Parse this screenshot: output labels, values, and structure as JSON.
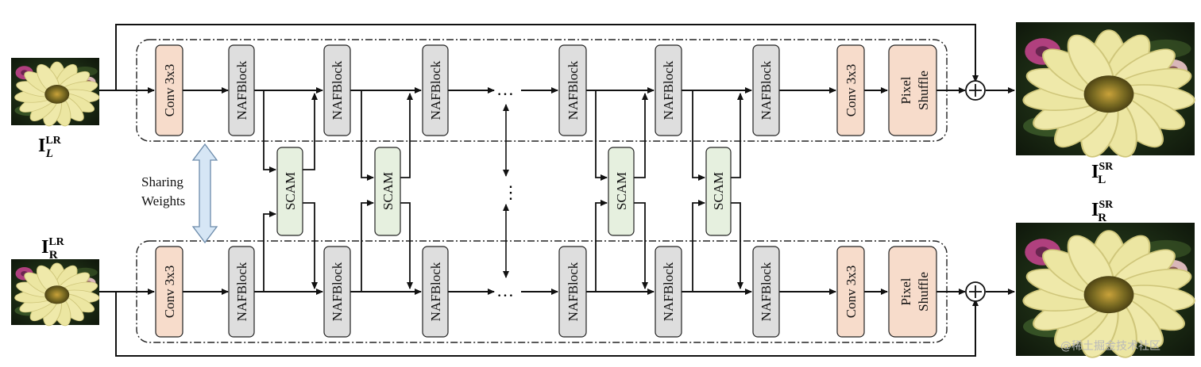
{
  "diagram": {
    "inputs": {
      "left": {
        "main": "I",
        "sub": "L",
        "sup": "LR"
      },
      "right": {
        "main": "I",
        "sub": "R",
        "sup": "LR"
      }
    },
    "outputs": {
      "left": {
        "main": "I",
        "sub": "L",
        "sup": "SR"
      },
      "right": {
        "main": "I",
        "sub": "R",
        "sup": "SR"
      }
    },
    "blocks": {
      "conv": "Conv 3x3",
      "naf": "NAFBlock",
      "scam": "SCAM",
      "pixel_line1": "Pixel",
      "pixel_line2": "Shuffle",
      "ellipsis": "…",
      "vdots": "⋮"
    },
    "sharing": {
      "line1": "Sharing",
      "line2": "Weights"
    },
    "watermark": "@稀土掘金技术社区",
    "colors": {
      "conv_fill": "#f7dccb",
      "naf_fill": "#dedede",
      "scam_fill": "#e6f0df",
      "arrow_fill": "#d6e6f5",
      "petal": "#ece6a2",
      "center": "#7a6b22",
      "background_photo": "#1c2a16"
    }
  }
}
